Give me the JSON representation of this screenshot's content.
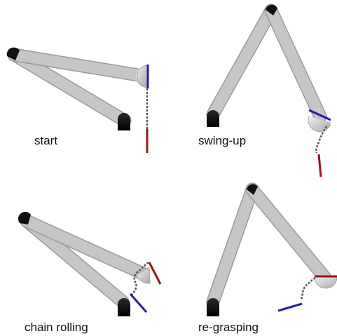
{
  "panels": [
    {
      "id": "start",
      "caption": "start"
    },
    {
      "id": "swing-up",
      "caption": "swing-up"
    },
    {
      "id": "chain-rolling",
      "caption": "chain rolling"
    },
    {
      "id": "re-grasping",
      "caption": "re-grasping"
    }
  ],
  "colors": {
    "link": "#c4c4c4",
    "link_edge": "#9a9a9a",
    "joint_cap": "#111111",
    "base": "#111111",
    "gripper": "#d2d2d2",
    "chain_end_blue": "#1f1fa8",
    "chain_end_red": "#9a1414",
    "chain": "#555555"
  }
}
